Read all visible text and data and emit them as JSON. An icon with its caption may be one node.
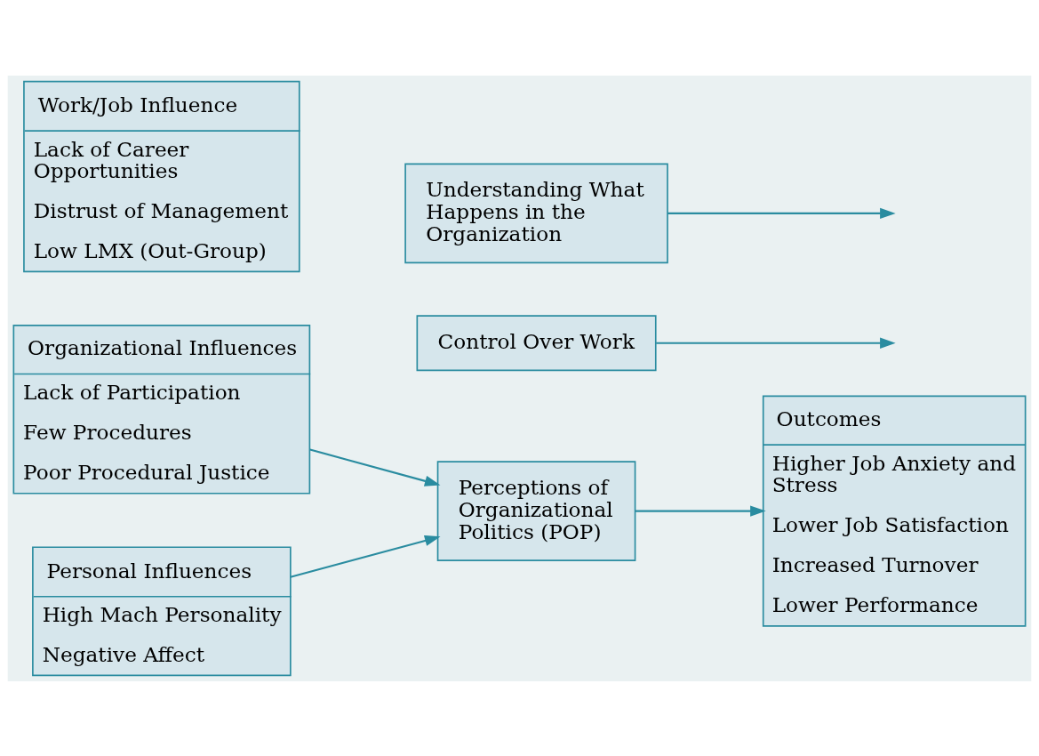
{
  "diagram": {
    "nodes": [
      {
        "text": [
          "Organizational Influences",
          "Lack of Participation",
          "Few Procedures",
          "Poor Procedural Justice"
        ]
      },
      {
        "text": [
          "Work/Job Influence",
          "Lack of Career Opportunities",
          "Distrust of Management",
          "Low LMX (Out-Group)"
        ]
      },
      {
        "text": [
          "Personal Influences",
          "High Mach Personality",
          "Negative Affect"
        ]
      },
      {
        "text": [
          "Perceptions of Organizational Politics (POP)"
        ]
      },
      {
        "text": [
          "Control Over Work"
        ]
      },
      {
        "text": [
          "Understanding What Happens in the Organization"
        ]
      },
      {
        "text": [
          "Outcomes",
          "Higher Job Anxiety and Stress",
          "Lower Job Satisfaction",
          "Increased Turnover",
          "Lower Performance"
        ]
      }
    ],
    "edges": [
      {
        "from": 0,
        "to": 3,
        "arrow": "to"
      },
      {
        "from": 2,
        "to": 3,
        "arrow": "to"
      },
      {
        "from": 3,
        "to": 6,
        "arrow": "to"
      },
      {
        "from": 4,
        "to": null,
        "arrow": "to"
      },
      {
        "from": 5,
        "to": null,
        "arrow": "to"
      }
    ]
  }
}
